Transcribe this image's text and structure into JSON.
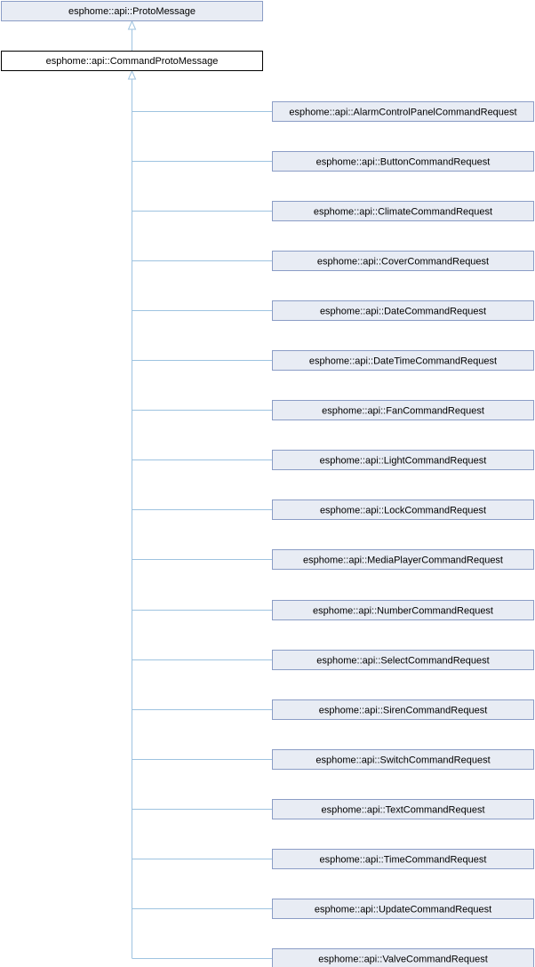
{
  "diagram": {
    "base_class": "esphome::api::ProtoMessage",
    "focus_class": "esphome::api::CommandProtoMessage",
    "derived_classes": [
      "esphome::api::AlarmControlPanelCommandRequest",
      "esphome::api::ButtonCommandRequest",
      "esphome::api::ClimateCommandRequest",
      "esphome::api::CoverCommandRequest",
      "esphome::api::DateCommandRequest",
      "esphome::api::DateTimeCommandRequest",
      "esphome::api::FanCommandRequest",
      "esphome::api::LightCommandRequest",
      "esphome::api::LockCommandRequest",
      "esphome::api::MediaPlayerCommandRequest",
      "esphome::api::NumberCommandRequest",
      "esphome::api::SelectCommandRequest",
      "esphome::api::SirenCommandRequest",
      "esphome::api::SwitchCommandRequest",
      "esphome::api::TextCommandRequest",
      "esphome::api::TimeCommandRequest",
      "esphome::api::UpdateCommandRequest",
      "esphome::api::ValveCommandRequest"
    ],
    "colors": {
      "node_fill": "#e8ecf4",
      "node_border": "#8b9dc6",
      "focus_fill": "#ffffff",
      "focus_border": "#000000",
      "edge": "#9ec3e0"
    }
  }
}
